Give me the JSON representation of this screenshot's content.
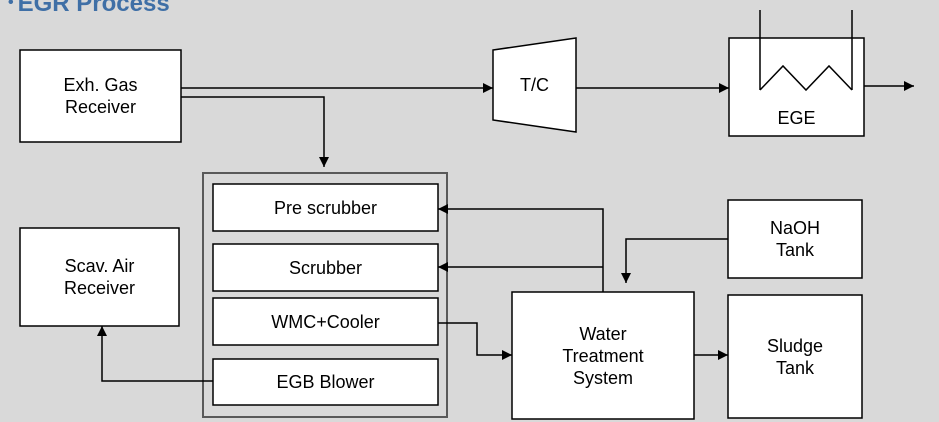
{
  "title": {
    "bullet": "•",
    "text": "EGR Process"
  },
  "nodes": {
    "exh_gas_receiver": "Exh. Gas\nReceiver",
    "turbocharger": "T/C",
    "ege": "EGE",
    "pre_scrubber": "Pre scrubber",
    "scrubber": "Scrubber",
    "wmc_cooler": "WMC+Cooler",
    "egb_blower": "EGB Blower",
    "scav_air_receiver": "Scav. Air\nReceiver",
    "water_treatment_system": "Water\nTreatment\nSystem",
    "naoh_tank": "NaOH\nTank",
    "sludge_tank": "Sludge\nTank"
  },
  "colors": {
    "background": "#d9d9d9",
    "box_fill": "#ffffff",
    "line": "#000000",
    "title": "#3f6fa6",
    "scrubber_frame": "#595959"
  }
}
